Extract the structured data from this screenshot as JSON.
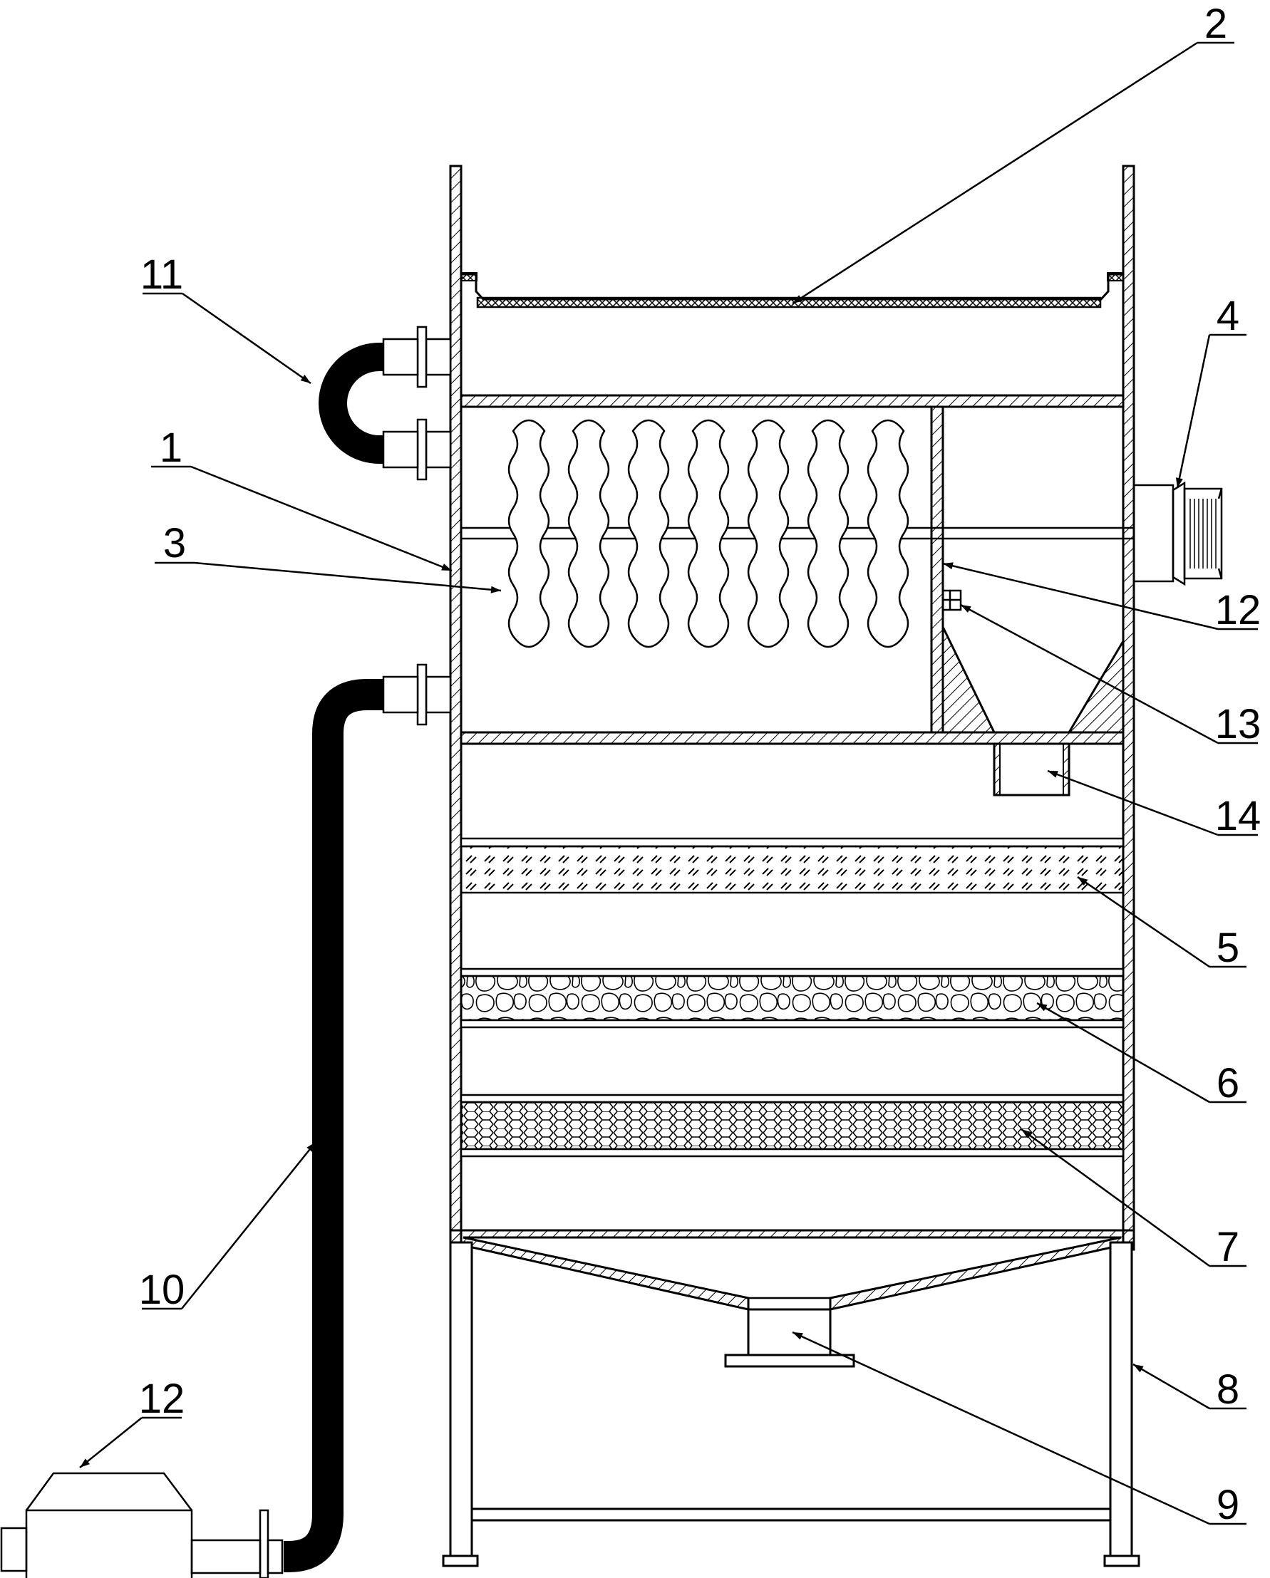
{
  "labels": {
    "l1": "1",
    "l2": "2",
    "l3": "3",
    "l4": "4",
    "l5": "5",
    "l6": "6",
    "l7": "7",
    "l8": "8",
    "l9": "9",
    "l10": "10",
    "l11": "11",
    "l12a": "12",
    "l12b": "12",
    "l13": "13",
    "l14": "14"
  }
}
